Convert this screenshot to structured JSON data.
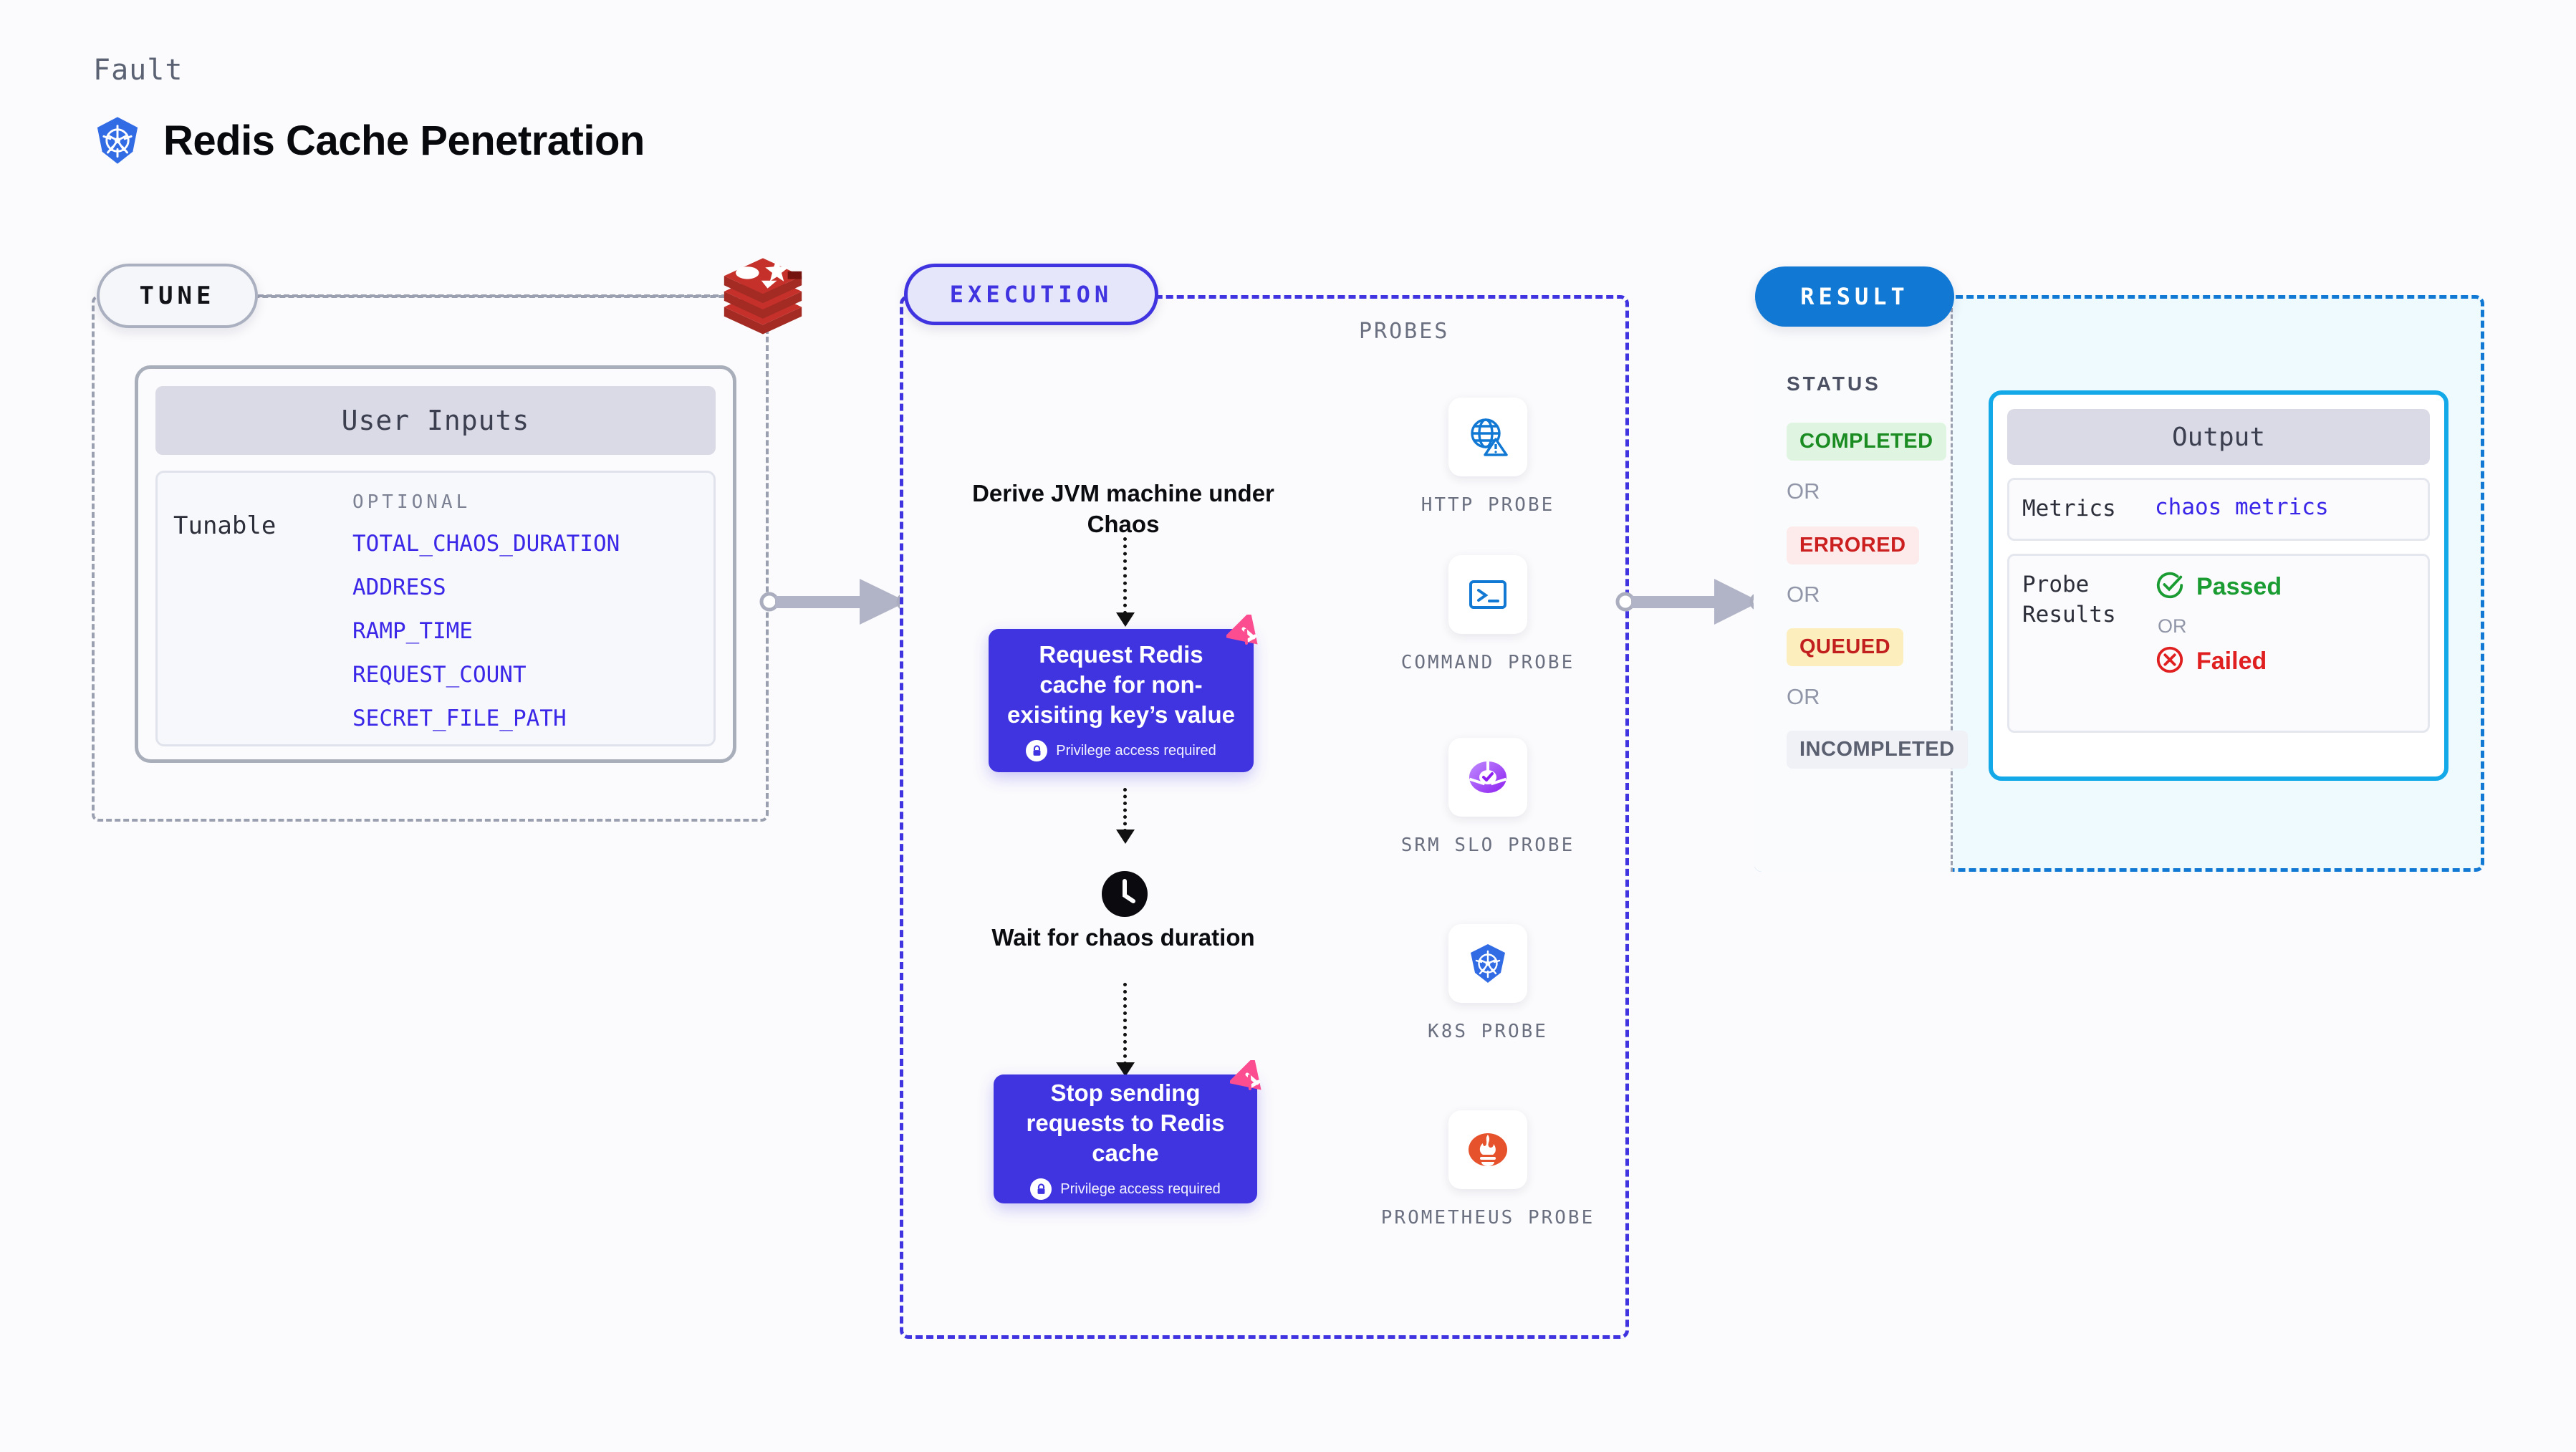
{
  "header": {
    "eyebrow": "Fault",
    "title": "Redis Cache Penetration",
    "logo_icon": "kubernetes-icon"
  },
  "tune": {
    "pill_label": "TUNE",
    "brand_icon": "redis-logo-icon",
    "card_header": "User Inputs",
    "tunable_label": "Tunable",
    "optional_label": "OPTIONAL",
    "optional_items": [
      "TOTAL_CHAOS_DURATION",
      "ADDRESS",
      "RAMP_TIME",
      "REQUEST_COUNT",
      "SECRET_FILE_PATH"
    ]
  },
  "execution": {
    "pill_label": "EXECUTION",
    "step1_text": "Derive JVM machine under Chaos",
    "card1_text": "Request Redis cache for non-exisiting key’s value",
    "card1_privilege": "Privilege access required",
    "wait_text": "Wait for chaos duration",
    "wait_icon": "clock-icon",
    "card2_text": "Stop sending requests to Redis cache",
    "card2_privilege": "Privilege access required",
    "badge_icon": "litmus-chaos-icon",
    "lock_icon": "lock-icon"
  },
  "probes": {
    "title": "PROBES",
    "items": [
      {
        "label": "HTTP PROBE",
        "icon": "globe-warning-icon"
      },
      {
        "label": "COMMAND PROBE",
        "icon": "terminal-icon"
      },
      {
        "label": "SRM SLO PROBE",
        "icon": "slo-donut-check-icon"
      },
      {
        "label": "K8S PROBE",
        "icon": "kubernetes-icon"
      },
      {
        "label": "PROMETHEUS PROBE",
        "icon": "prometheus-icon"
      }
    ]
  },
  "result": {
    "pill_label": "RESULT",
    "status_title": "STATUS",
    "or_label": "OR",
    "statuses": [
      {
        "label": "COMPLETED",
        "bg": "#dff5e1",
        "fg": "#1a8c22"
      },
      {
        "label": "ERRORED",
        "bg": "#fdeaea",
        "fg": "#cc1f1f"
      },
      {
        "label": "QUEUED",
        "bg": "#fdeebd",
        "fg": "#c21f1f"
      },
      {
        "label": "INCOMPLETED",
        "bg": "#f0f1f6",
        "fg": "#5b6070"
      }
    ],
    "output": {
      "header": "Output",
      "metrics_key": "Metrics",
      "metrics_value": "chaos metrics",
      "probe_results_key": "Probe Results",
      "passed_label": "Passed",
      "failed_label": "Failed",
      "or_label": "OR",
      "pass_icon": "check-circle-icon",
      "fail_icon": "x-circle-icon"
    }
  },
  "connectors": {
    "arrow1_icon": "arrow-right-icon",
    "arrow2_icon": "arrow-right-icon"
  },
  "colors": {
    "accent_purple": "#4034e0",
    "accent_blue": "#1178d4",
    "redis_red": "#b9322b",
    "pink": "#fb4d8f",
    "green": "#1a8c22",
    "red": "#e02020"
  }
}
